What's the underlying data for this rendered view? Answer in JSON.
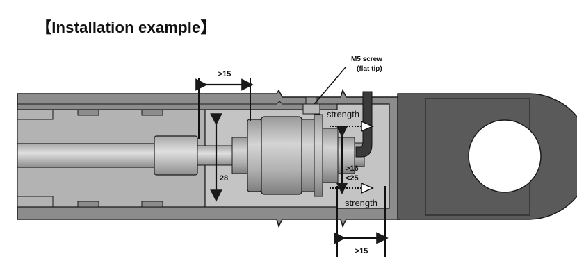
{
  "title": "【Installation example】",
  "labels": {
    "dim_top": ">15",
    "dim_bottom": ">15",
    "dim_height": "28",
    "dim_gap_min": ">16",
    "dim_gap_max": "<25",
    "screw_line1": "M5 screw",
    "screw_line2": "(flat tip)",
    "strength_top": "strength",
    "strength_bottom": "strength"
  },
  "colors": {
    "outer_tube": "#8c8c8c",
    "inner_tube": "#b3b3b3",
    "rod_eye": "#5a5a5a",
    "outline": "#1a1a1a"
  }
}
